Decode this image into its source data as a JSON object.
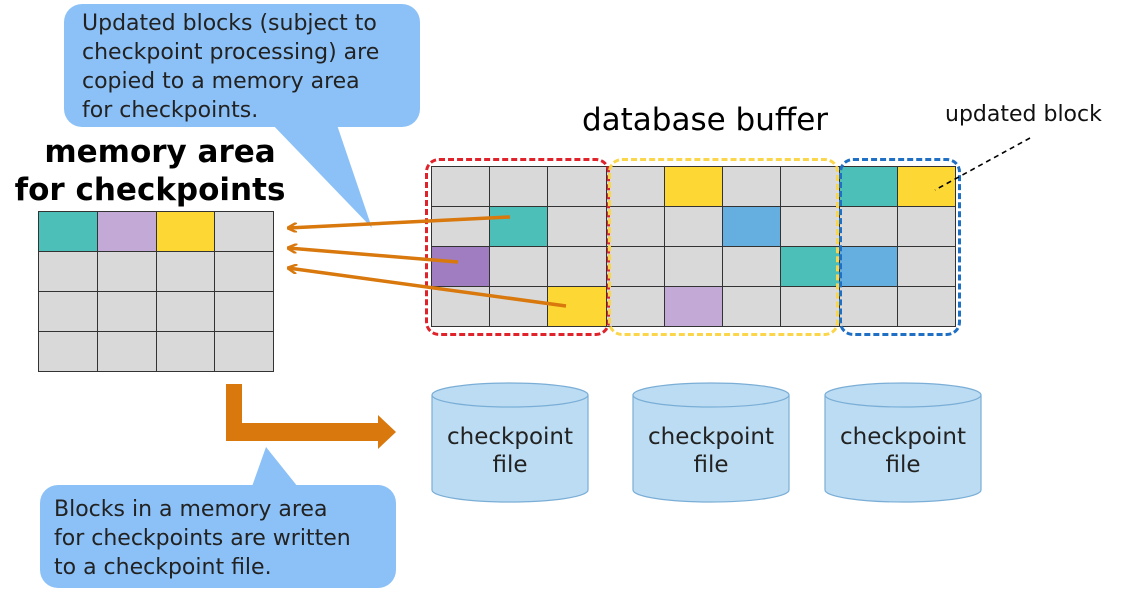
{
  "callout_top": {
    "text": "Updated blocks (subject to\ncheckpoint processing) are\ncopied to a memory area\nfor checkpoints."
  },
  "callout_bottom": {
    "text": "Blocks in a memory area\nfor checkpoints are written\nto a checkpoint file."
  },
  "memory_area": {
    "title_line1": "memory area",
    "title_line2": "for checkpoints"
  },
  "database_buffer": {
    "title": "database buffer"
  },
  "updated_block_label": "updated block",
  "checkpoint_files": [
    {
      "label": "checkpoint\nfile"
    },
    {
      "label": "checkpoint\nfile"
    },
    {
      "label": "checkpoint\nfile"
    }
  ],
  "colors": {
    "cell": "#d9d9d9",
    "teal": "#4bbfb8",
    "purple": "#c2a9d6",
    "darkpurple": "#a07cc0",
    "yellow": "#fdd835",
    "blue": "#64aee0",
    "callout": "#8cc1f7",
    "arrow": "#d8780d",
    "red_group": "#e0232b",
    "yellow_group": "#fbd64b",
    "blue_group": "#1f6fc4",
    "cylinder": "#bcdcf3"
  },
  "memory_grid": [
    [
      "teal",
      "purple",
      "yellow",
      "cell"
    ],
    [
      "cell",
      "cell",
      "cell",
      "cell"
    ],
    [
      "cell",
      "cell",
      "cell",
      "cell"
    ],
    [
      "cell",
      "cell",
      "cell",
      "cell"
    ]
  ],
  "buffer_grid": [
    [
      "cell",
      "cell",
      "cell",
      "cell",
      "yellow",
      "cell",
      "cell",
      "teal",
      "yellow"
    ],
    [
      "cell",
      "teal",
      "cell",
      "cell",
      "cell",
      "blue",
      "cell",
      "cell",
      "cell"
    ],
    [
      "darkpurple",
      "cell",
      "cell",
      "cell",
      "cell",
      "cell",
      "teal",
      "blue",
      "cell"
    ],
    [
      "cell",
      "cell",
      "yellow",
      "cell",
      "purple",
      "cell",
      "cell",
      "cell",
      "cell"
    ]
  ]
}
